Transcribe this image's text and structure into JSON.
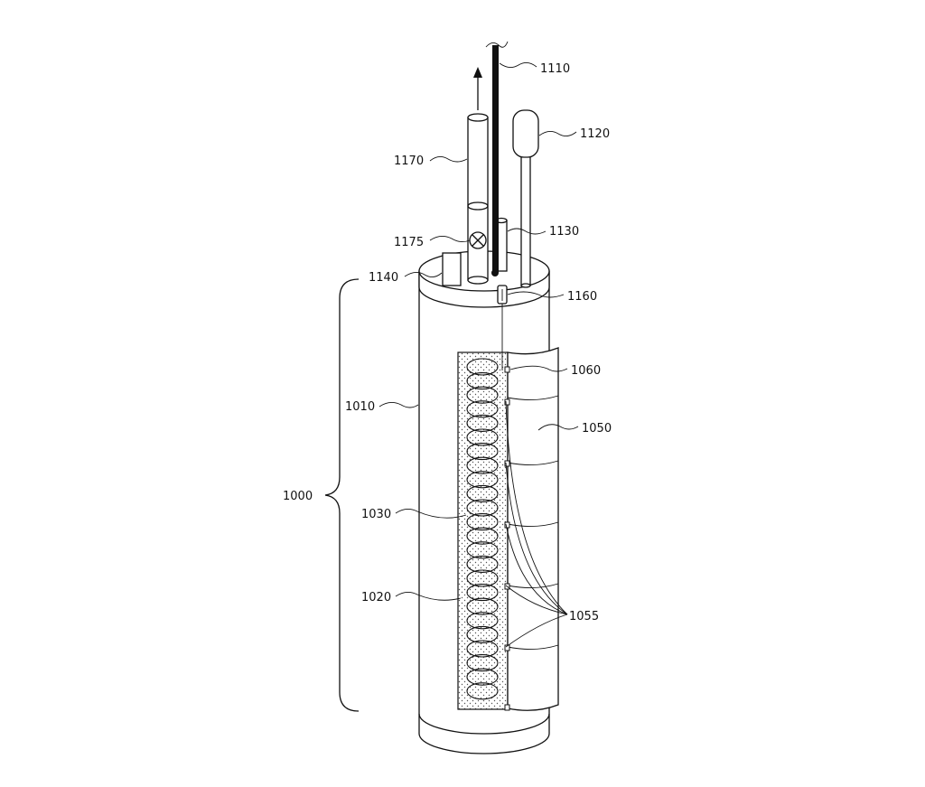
{
  "labels": {
    "l1000": "1000",
    "l1010": "1010",
    "l1020": "1020",
    "l1030": "1030",
    "l1050": "1050",
    "l1055": "1055",
    "l1060": "1060",
    "l1110": "1110",
    "l1120": "1120",
    "l1130": "1130",
    "l1140": "1140",
    "l1160": "1160",
    "l1170": "1170",
    "l1175": "1175"
  }
}
